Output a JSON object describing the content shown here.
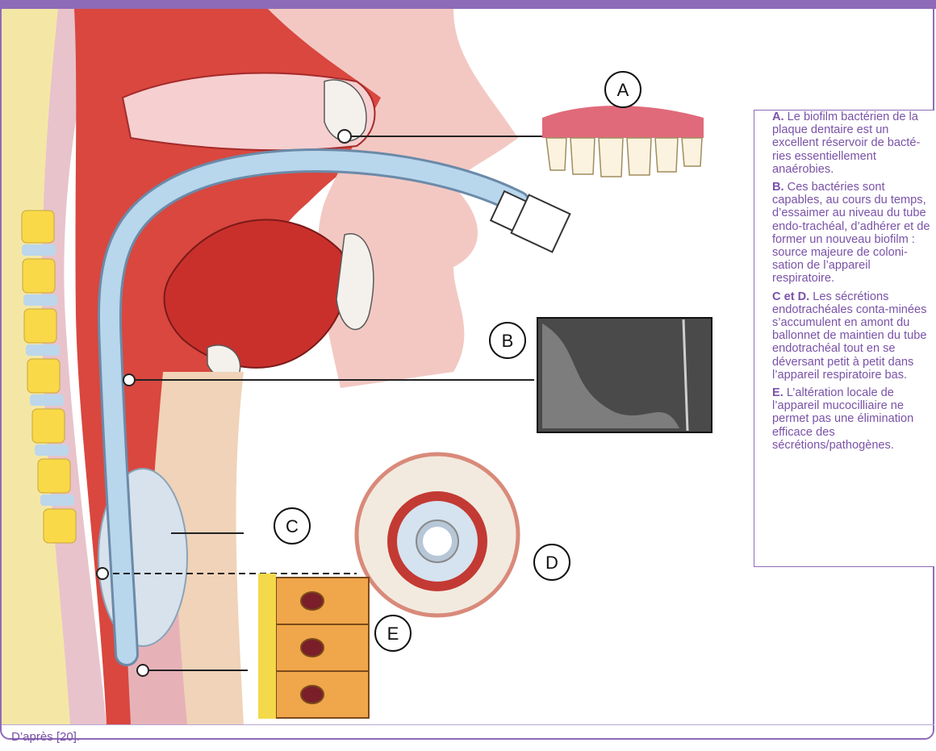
{
  "diagram": {
    "labels": {
      "a": "A",
      "b": "B",
      "c": "C",
      "d": "D",
      "e": "E"
    }
  },
  "captions": [
    {
      "lead": "A.",
      "text": "Le biofilm bactérien de la plaque dentaire est un excellent réservoir de bacté-ries essentiellement anaérobies."
    },
    {
      "lead": "B.",
      "text": "Ces bactéries sont capables, au cours du temps, d’essaimer au niveau du tube endo-trachéal, d’adhérer et de former un nouveau biofilm : source majeure de coloni-sation de l’appareil respiratoire."
    },
    {
      "lead": "C et D.",
      "text": "Les sécrétions endotrachéales conta-minées s’accumulent en amont du ballonnet de maintien du tube endotrachéal tout en se déversant petit à petit dans l’appareil respiratoire bas."
    },
    {
      "lead": "E.",
      "text": "L’altération locale de l’appareil mucocilliaire ne permet pas une élimination efficace des sécrétions/pathogènes."
    }
  ],
  "source": "D’après [20].",
  "colors": {
    "accent": "#8e6bb8",
    "caption_text": "#7a52a8"
  }
}
